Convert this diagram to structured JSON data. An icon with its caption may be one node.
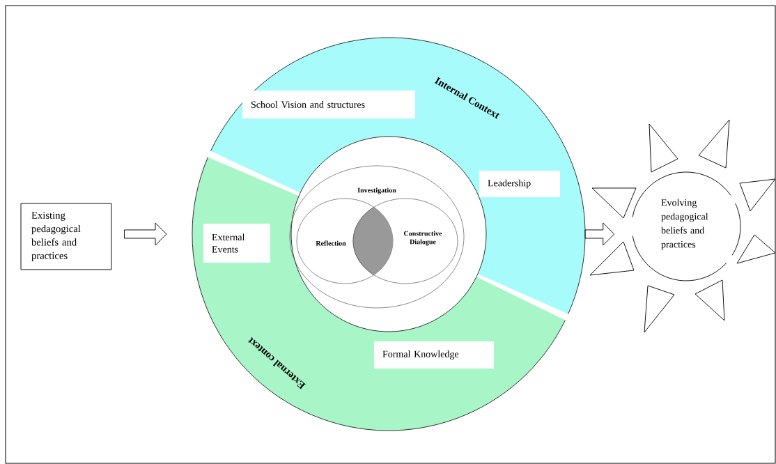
{
  "diagram": {
    "nodes": [
      {
        "text": [
          "Existing pedagogical beliefs and practices"
        ]
      },
      {
        "text": [
          "Internal Context"
        ]
      },
      {
        "text": [
          "School Vision and structures"
        ],
        "in": 1
      },
      {
        "text": [
          "Leadership"
        ],
        "in": 1
      },
      {
        "text": [
          "External context"
        ]
      },
      {
        "text": [
          "External Events"
        ],
        "in": 4
      },
      {
        "text": [
          "Formal Knowledge"
        ],
        "in": 4
      },
      {
        "text": [],
        "shape": "circle"
      },
      {
        "text": [
          "Investigation"
        ],
        "in": 7
      },
      {
        "text": [
          "Reflection"
        ],
        "in": 8
      },
      {
        "text": [
          "Constructive Dialogue"
        ],
        "in": 8
      },
      {
        "text": [
          "Evolving pedagogical beliefs and practices"
        ]
      }
    ],
    "edges": [
      {
        "from": 0,
        "to": 4,
        "arrow": "to"
      },
      {
        "from": 1,
        "to": 11,
        "arrow": "to"
      }
    ]
  }
}
